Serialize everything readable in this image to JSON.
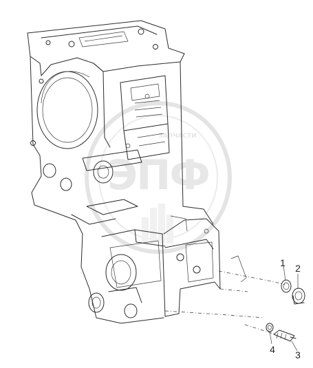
{
  "watermark": {
    "logo_text": "ЭПФ",
    "ring_text": "ЗАПЧАСТИ"
  },
  "callouts": [
    {
      "id": "1",
      "label": "1"
    },
    {
      "id": "2",
      "label": "2"
    },
    {
      "id": "3",
      "label": "3"
    },
    {
      "id": "4",
      "label": "4"
    }
  ],
  "colors": {
    "line": "#2a2a2a",
    "watermark": "#d0d0d0",
    "background": "#ffffff"
  }
}
